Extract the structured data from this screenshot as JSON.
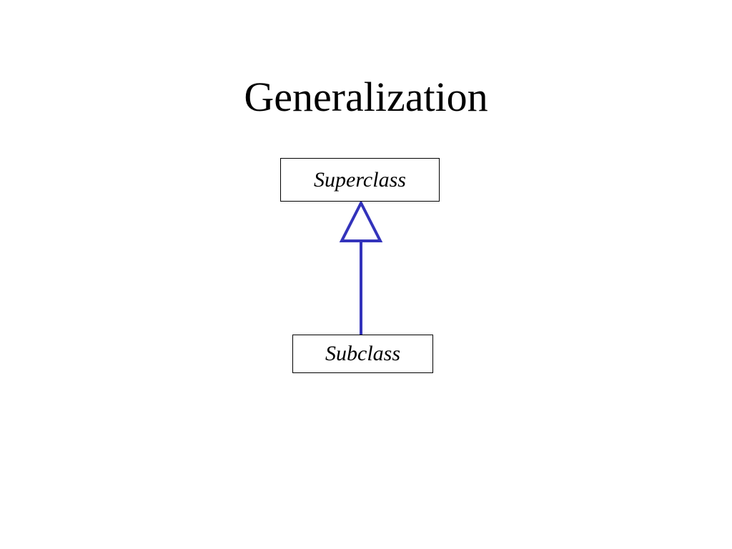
{
  "slide": {
    "title": "Generalization"
  },
  "diagram": {
    "superclass_label": "Superclass",
    "subclass_label": "Subclass",
    "relationship_color": "#3333bb",
    "box_border_color": "#000000"
  }
}
